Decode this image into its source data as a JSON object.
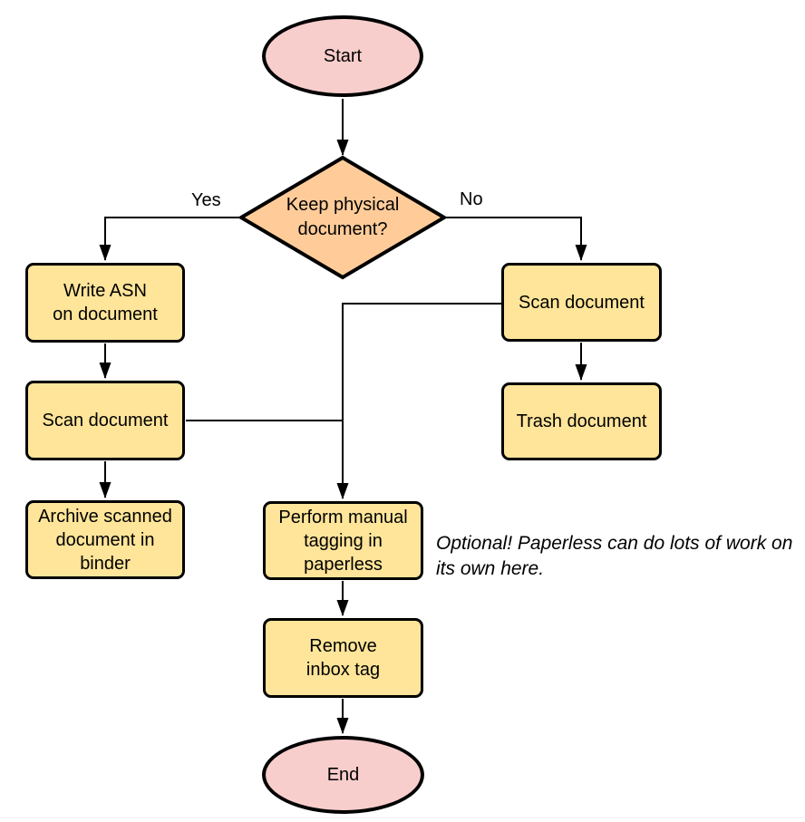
{
  "diagram": {
    "nodes": {
      "start": {
        "type": "terminator",
        "label": "Start"
      },
      "decision": {
        "type": "decision",
        "label": "Keep physical\ndocument?"
      },
      "write_asn": {
        "type": "process",
        "label": "Write ASN\non document"
      },
      "scan_left": {
        "type": "process",
        "label": "Scan document"
      },
      "archive": {
        "type": "process",
        "label": "Archive scanned\ndocument in\nbinder"
      },
      "scan_right": {
        "type": "process",
        "label": "Scan document"
      },
      "trash": {
        "type": "process",
        "label": "Trash document"
      },
      "perform_tagging": {
        "type": "process",
        "label": "Perform manual\ntagging in\npaperless"
      },
      "remove_inbox_tag": {
        "type": "process",
        "label": "Remove\ninbox tag"
      },
      "end": {
        "type": "terminator",
        "label": "End"
      }
    },
    "edge_labels": {
      "yes": "Yes",
      "no": "No"
    },
    "annotation": "Optional! Paperless can do lots of work on\nits own here.",
    "colors": {
      "terminator_fill": "#f8cecc",
      "decision_fill": "#ffcc99",
      "process_fill": "#ffe599",
      "stroke": "#000000",
      "bottom_divider": "#edf0f2"
    }
  }
}
